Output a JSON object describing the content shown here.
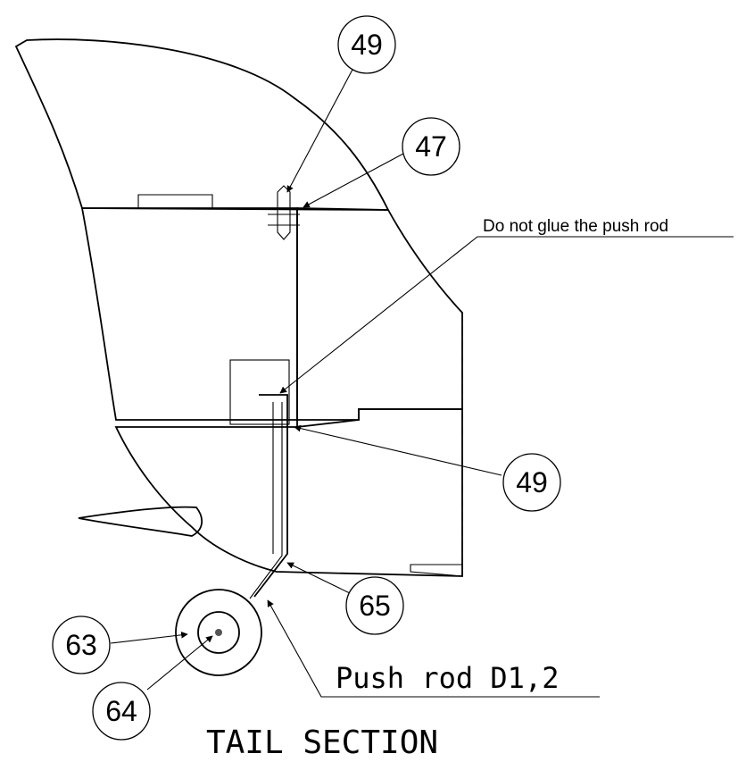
{
  "title": "TAIL SECTION",
  "note": "Do not glue the push rod",
  "push_rod_label": "Push rod D1,2",
  "callouts": {
    "c49_top": "49",
    "c47": "47",
    "c49_mid": "49",
    "c65": "65",
    "c63": "63",
    "c64": "64"
  },
  "colors": {
    "line": "#000000",
    "background": "#ffffff"
  }
}
